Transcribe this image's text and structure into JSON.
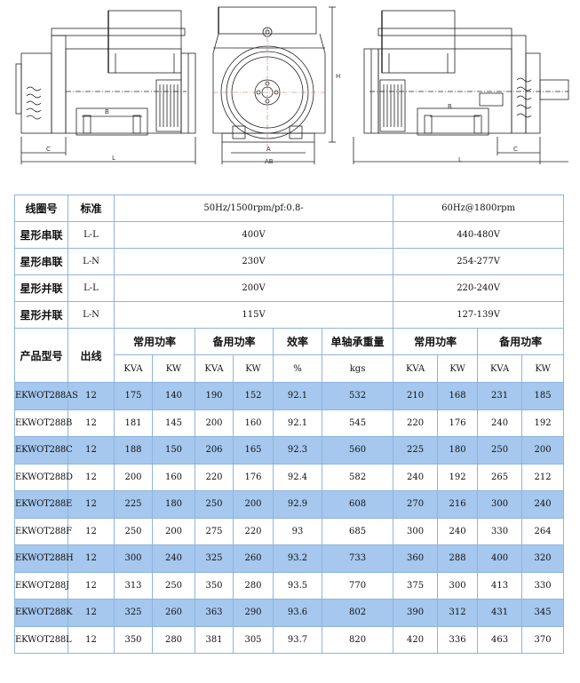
{
  "drawing": {
    "dim_labels": {
      "b_left": "B",
      "c_left": "C",
      "l_left": "L",
      "a": "A",
      "ab": "AB",
      "h_right": "H",
      "b_right": "B",
      "l_right": "L",
      "c_right": "C"
    }
  },
  "table": {
    "header": {
      "label_winding": "线圈号",
      "label_standard": "标准",
      "freq_50": "50Hz/1500rpm/pf:0.8-",
      "freq_60": "60Hz@1800rpm"
    },
    "voltage_rows": [
      {
        "label": "星形串联",
        "std": "L-L",
        "v50": "400V",
        "v60": "440-480V"
      },
      {
        "label": "星形串联",
        "std": "L-N",
        "v50": "230V",
        "v60": "254-277V"
      },
      {
        "label": "星形并联",
        "std": "L-L",
        "v50": "200V",
        "v60": "220-240V"
      },
      {
        "label": "星形并联",
        "std": "L-N",
        "v50": "115V",
        "v60": "127-139V"
      }
    ],
    "groups": {
      "model": "产品型号",
      "leads": "出线",
      "prime_50": "常用功率",
      "standby_50": "备用功率",
      "efficiency": "效率",
      "bearing_weight": "单轴承重量",
      "prime_60": "常用功率",
      "standby_60": "备用功率"
    },
    "units": [
      "KVA",
      "KW",
      "KVA",
      "KW",
      "%",
      "kgs",
      "KVA",
      "KW",
      "KVA",
      "KW"
    ],
    "rows": [
      [
        "EKWOT288AS",
        "12",
        "175",
        "140",
        "190",
        "152",
        "92.1",
        "532",
        "210",
        "168",
        "231",
        "185"
      ],
      [
        "EKWOT288B",
        "12",
        "181",
        "145",
        "200",
        "160",
        "92.1",
        "545",
        "220",
        "176",
        "240",
        "192"
      ],
      [
        "EKWOT288C",
        "12",
        "188",
        "150",
        "206",
        "165",
        "92.3",
        "560",
        "225",
        "180",
        "250",
        "200"
      ],
      [
        "EKWOT288D",
        "12",
        "200",
        "160",
        "220",
        "176",
        "92.4",
        "582",
        "240",
        "192",
        "265",
        "212"
      ],
      [
        "EKWOT288E",
        "12",
        "225",
        "180",
        "250",
        "200",
        "92.9",
        "608",
        "270",
        "216",
        "300",
        "240"
      ],
      [
        "EKWOT288F",
        "12",
        "250",
        "200",
        "275",
        "220",
        "93",
        "685",
        "300",
        "240",
        "330",
        "264"
      ],
      [
        "EKWOT288H",
        "12",
        "300",
        "240",
        "325",
        "260",
        "93.2",
        "733",
        "360",
        "288",
        "400",
        "320"
      ],
      [
        "EKWOT288J",
        "12",
        "313",
        "250",
        "350",
        "280",
        "93.5",
        "770",
        "375",
        "300",
        "413",
        "330"
      ],
      [
        "EKWOT288K",
        "12",
        "325",
        "260",
        "363",
        "290",
        "93.6",
        "802",
        "390",
        "312",
        "431",
        "345"
      ],
      [
        "EKWOT288L",
        "12",
        "350",
        "280",
        "381",
        "305",
        "93.7",
        "820",
        "420",
        "336",
        "463",
        "370"
      ]
    ]
  }
}
